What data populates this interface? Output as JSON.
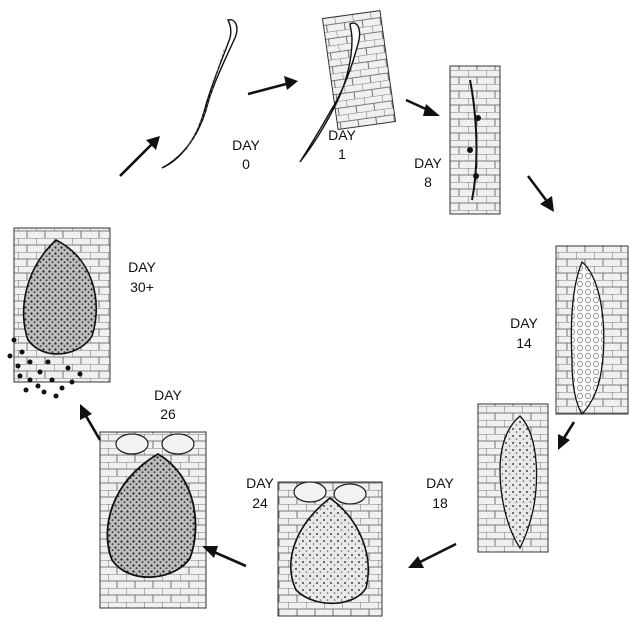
{
  "stages": [
    {
      "id": "day0",
      "line1": "DAY",
      "line2": "0"
    },
    {
      "id": "day1",
      "line1": "DAY",
      "line2": "1"
    },
    {
      "id": "day8",
      "line1": "DAY",
      "line2": "8"
    },
    {
      "id": "day14",
      "line1": "DAY",
      "line2": "14"
    },
    {
      "id": "day18",
      "line1": "DAY",
      "line2": "18"
    },
    {
      "id": "day24",
      "line1": "DAY",
      "line2": "24"
    },
    {
      "id": "day26",
      "line1": "DAY",
      "line2": "26"
    },
    {
      "id": "day30",
      "line1": "DAY",
      "line2": "30+"
    }
  ]
}
